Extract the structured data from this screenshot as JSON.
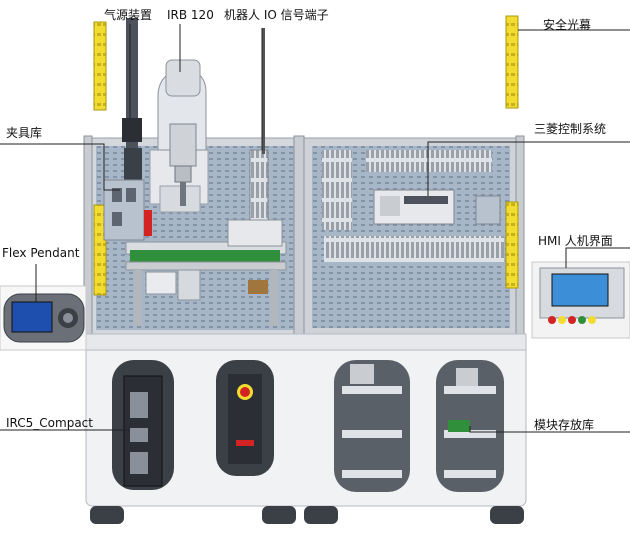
{
  "labels": {
    "air_source": "气源装置",
    "robot_model": "IRB 120",
    "robot_io": "机器人 IO 信号端子",
    "safety_curtain": "安全光幕",
    "fixture_lib": "夹具库",
    "mitsubishi": "三菱控制系统",
    "flex_pendant": "Flex Pendant",
    "hmi": "HMI 人机界面",
    "irc5": "IRC5_Compact",
    "module_storage": "模块存放库"
  },
  "colors": {
    "cabinet_white": "#f1f2f4",
    "panel_blue": "#a8b7c8",
    "frame_grey": "#c9cdd2",
    "safety_yellow": "#f2dc2f",
    "conveyor_green": "#2f8f3a",
    "hmi_screen": "#3c8fd6",
    "pendant_screen": "#1f4fae",
    "estop_red": "#d42323",
    "dark": "#2b2f35"
  },
  "icons": {
    "robot": "industrial-robot-arm-icon",
    "pendant": "teach-pendant-icon",
    "hmi": "touch-panel-icon"
  }
}
